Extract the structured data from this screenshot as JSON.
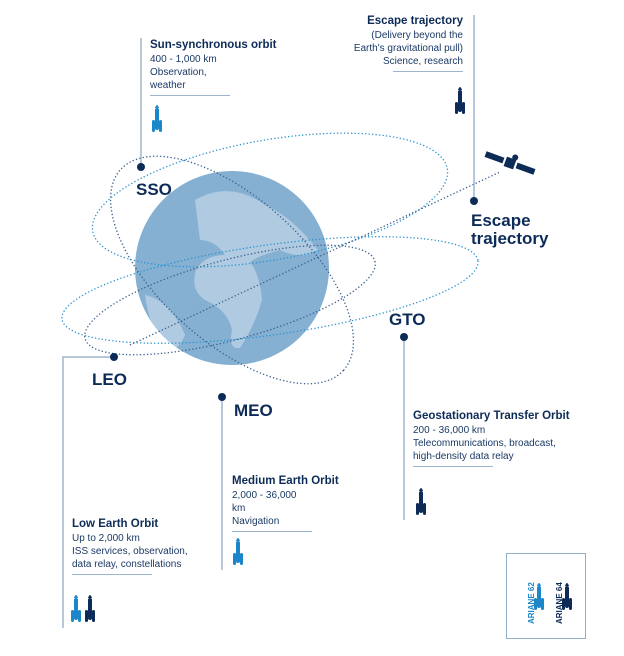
{
  "colors": {
    "navy": "#0d2b57",
    "light_blue": "#1c86c8",
    "globe": "#86b0d2",
    "line": "#9fb5cc"
  },
  "orbits": {
    "sso": {
      "label": "SSO",
      "title": "Sun-synchronous orbit",
      "altitude": "400 - 1,000 km",
      "uses": "Observation, weather"
    },
    "escape": {
      "label_line1": "Escape",
      "label_line2": "trajectory",
      "title": "Escape trajectory",
      "desc1": "(Delivery beyond the",
      "desc2": "Earth's gravitational pull)",
      "uses": "Science, research"
    },
    "gto": {
      "label": "GTO",
      "title": "Geostationary Transfer Orbit",
      "altitude": "200 - 36,000 km",
      "uses1": "Telecommunications, broadcast,",
      "uses2": "high-density data relay"
    },
    "meo": {
      "label": "MEO",
      "title": "Medium Earth Orbit",
      "altitude": "2,000 - 36,000 km",
      "uses": "Navigation"
    },
    "leo": {
      "label": "LEO",
      "title": "Low Earth Orbit",
      "altitude": "Up to 2,000 km",
      "uses1": "ISS services, observation,",
      "uses2": "data relay, constellations"
    }
  },
  "legend": {
    "ariane62": "ARIANE 62",
    "ariane64": "ARIANE 64"
  }
}
